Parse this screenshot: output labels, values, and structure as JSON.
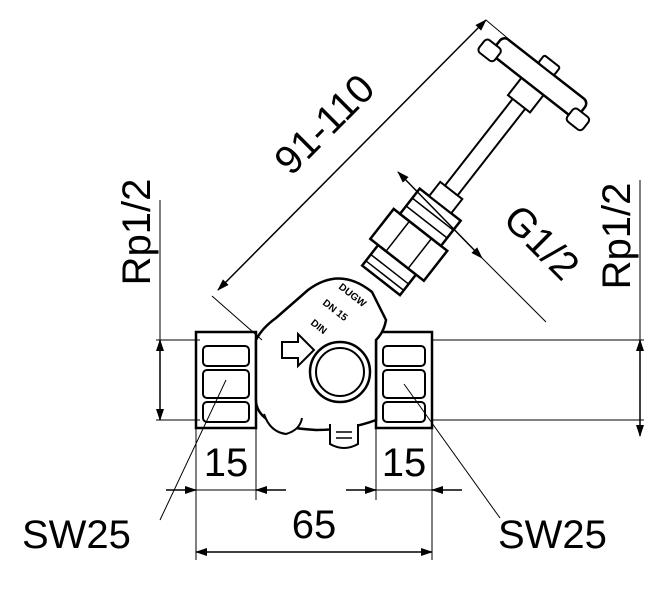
{
  "diagram": {
    "labels": {
      "height_dim": "91-110",
      "left_thread": "Rp1/2",
      "right_thread": "Rp1/2",
      "bonnet_thread": "G1/2",
      "left_insertion": "15",
      "right_insertion": "15",
      "overall_length": "65",
      "left_wrench": "SW25",
      "right_wrench": "SW25"
    },
    "body_markings": {
      "brand": "DUGW",
      "nominal": "DN 15",
      "standard": "DIN"
    },
    "colors": {
      "line": "#000000",
      "background": "#ffffff"
    }
  }
}
